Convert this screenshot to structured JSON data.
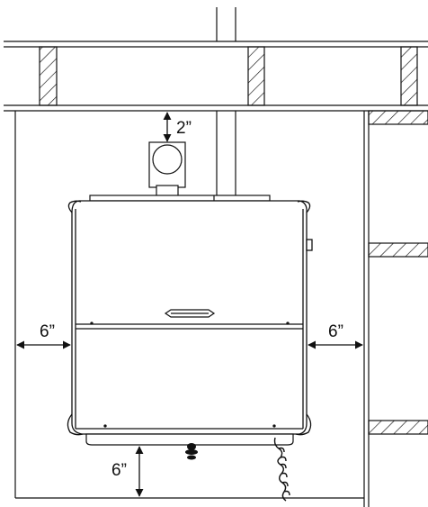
{
  "dimensions": {
    "top_clearance": "2”",
    "left_clearance": "6”",
    "right_clearance": "6”",
    "bottom_clearance": "6”"
  },
  "colors": {
    "line": "#111111",
    "cabinet_fill": "#ffffff",
    "background": "#ffffff"
  }
}
